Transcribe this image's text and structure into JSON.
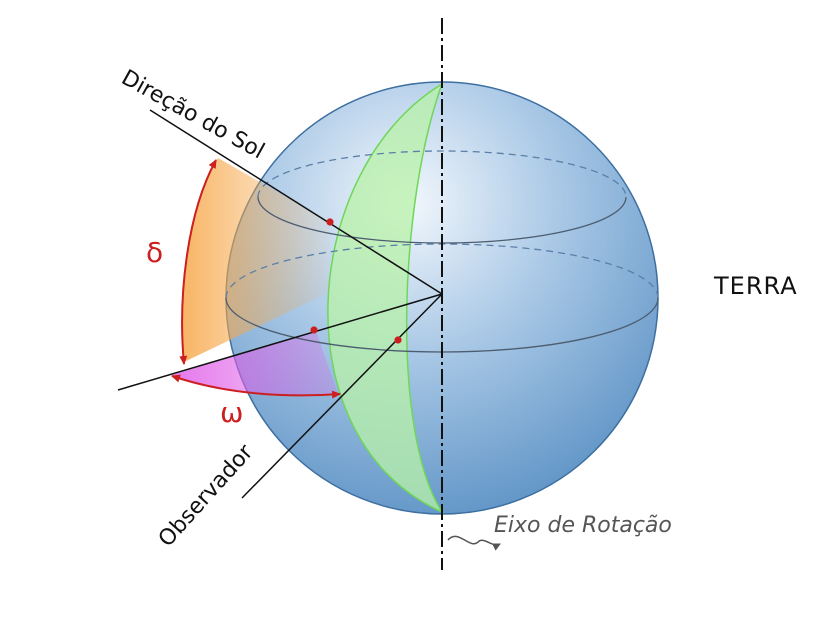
{
  "labels": {
    "sun_direction": "Direção do Sol",
    "observer": "Observador",
    "earth": "TERRA",
    "rotation_axis": "Eixo de Rotação",
    "declination": "δ",
    "hour_angle": "ω"
  },
  "colors": {
    "sphere_light": "#f2f7fc",
    "sphere_mid": "#a9c8e6",
    "sphere_dark": "#5b91c4",
    "meridian_fill": "#b8f2a8",
    "meridian_stroke": "#6fd65a",
    "declination_arc": "#cc1f1f",
    "declination_fill": "#f7a84a",
    "hour_angle_fill": "#e060e8"
  }
}
